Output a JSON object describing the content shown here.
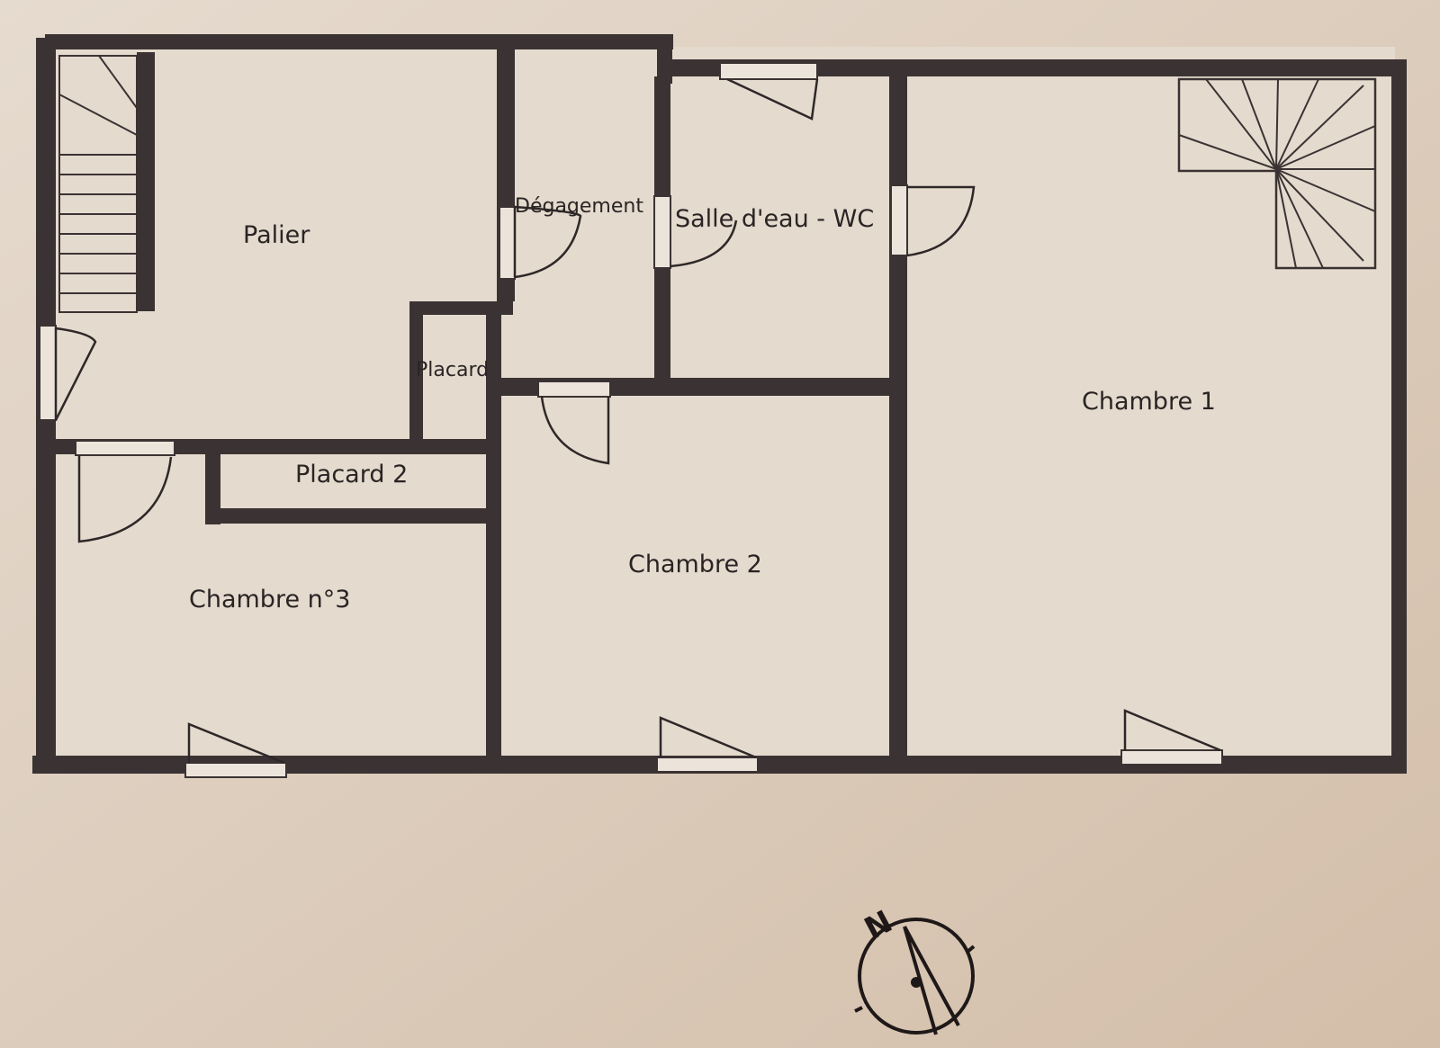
{
  "plan": {
    "rooms": {
      "palier": "Palier",
      "degagement": "Dégagement",
      "salle_eau": "Salle d'eau - WC",
      "chambre1": "Chambre 1",
      "placard": "Placard",
      "placard2": "Placard 2",
      "chambre2": "Chambre 2",
      "chambre3": "Chambre n°3"
    },
    "compass_label": "N"
  },
  "colors": {
    "paper": "#e2d5c6",
    "background": "#d8c6b3",
    "walls": "#3b3333"
  }
}
